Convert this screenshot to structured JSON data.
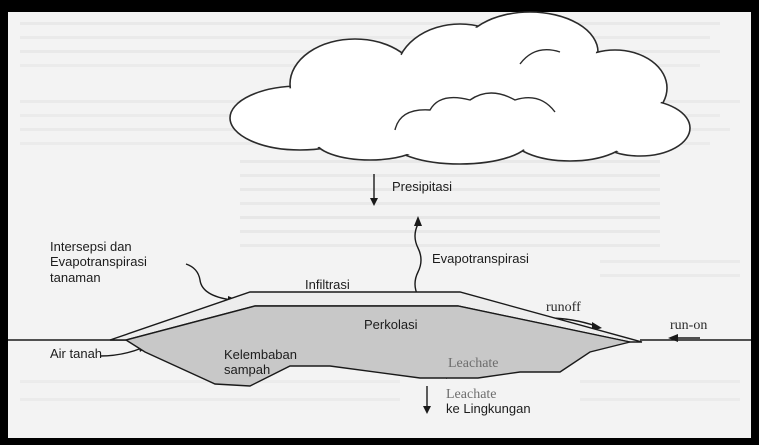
{
  "diagram": {
    "labels": {
      "presipitasi": "Presipitasi",
      "evapotranspirasi": "Evapotranspirasi",
      "intersepsi_line1": "Intersepsi dan",
      "intersepsi_line2": "Evapotranspirasi",
      "intersepsi_line3": "tanaman",
      "infiltrasi": "Infiltrasi",
      "perkolasi": "Perkolasi",
      "runoff": "runoff",
      "run_on": "run-on",
      "air_tanah": "Air tanah",
      "kelembaban_line1": "Kelembaban",
      "kelembaban_line2": "sampah",
      "leachate": "Leachate",
      "leachate_env_line1": "Leachate",
      "leachate_env_line2": "ke Lingkungan"
    },
    "colors": {
      "border": "#000000",
      "landfill_fill": "#c8c8c8",
      "cover_fill": "#ededed",
      "cloud_fill": "#ffffff",
      "line": "#1a1a1a"
    }
  }
}
